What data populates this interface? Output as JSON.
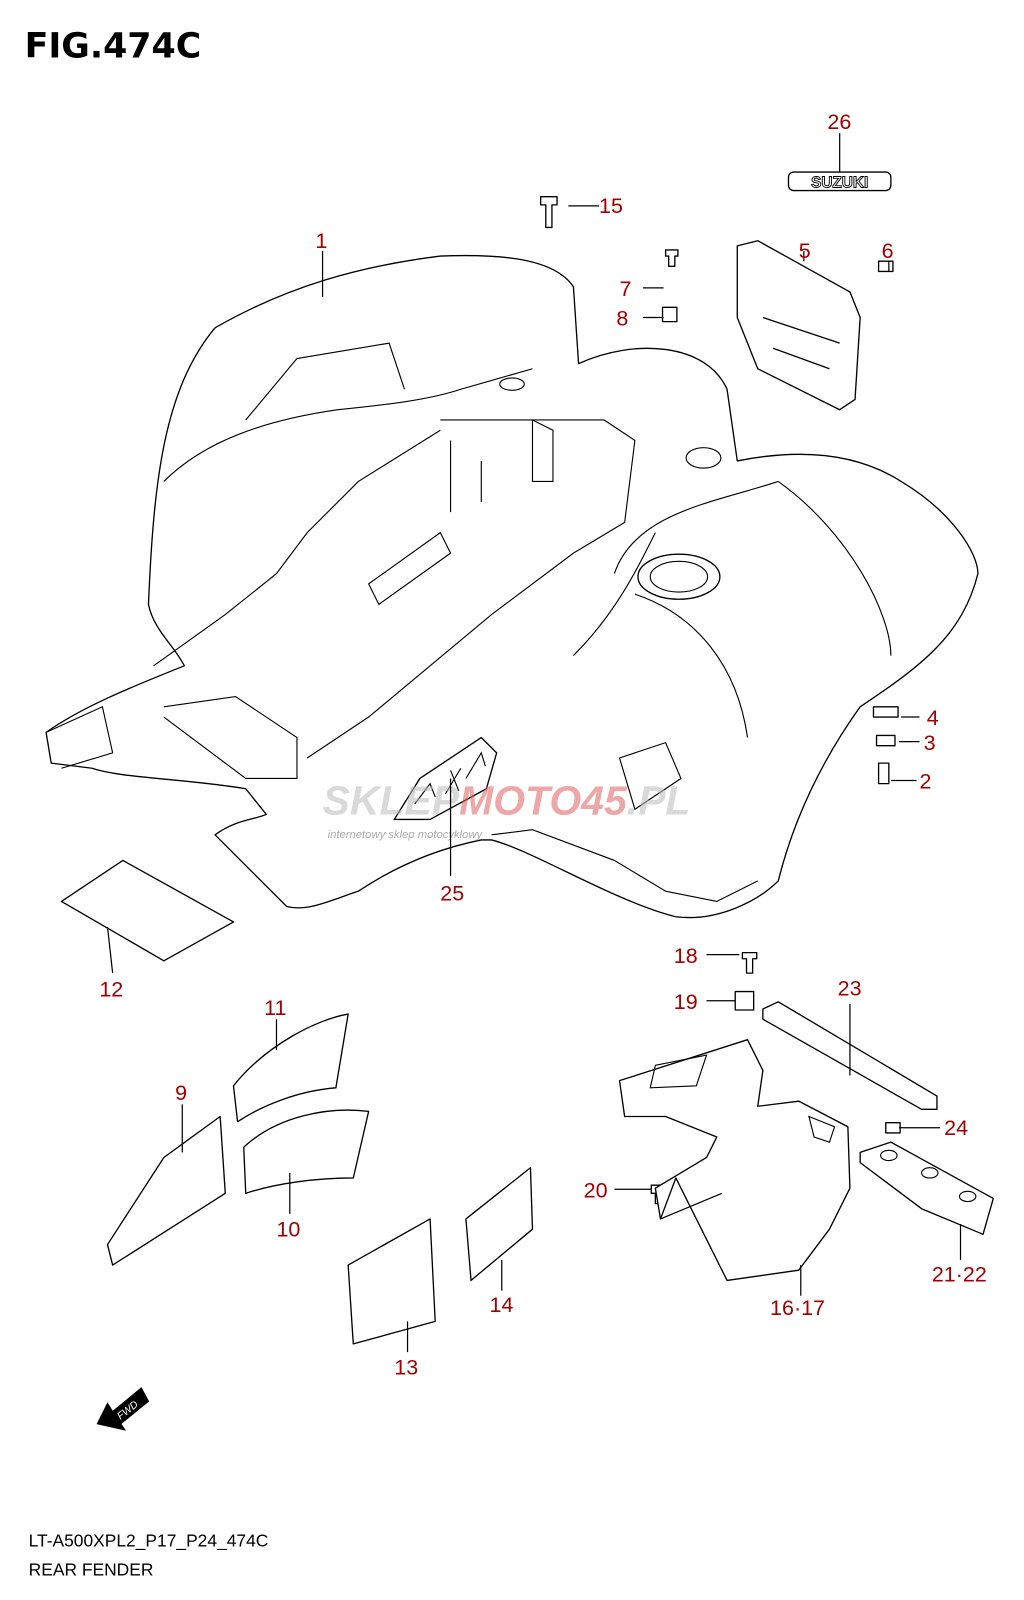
{
  "figure": {
    "title": "FIG.474C",
    "code": "LT-A500XPL2_P17_P24_474C",
    "name": "REAR FENDER"
  },
  "label_color": "#a00000",
  "watermark": {
    "text_a": "SKLEP",
    "text_b": "MOTO",
    "text_c": "45",
    "text_d": ".PL",
    "subtitle": "internetowy sklep motocyklowy"
  },
  "emblem": "SUZUKI",
  "fwd_arrow": "FWD",
  "callouts": [
    "1",
    "2",
    "3",
    "4",
    "5",
    "6",
    "7",
    "8",
    "9",
    "10",
    "11",
    "12",
    "13",
    "14",
    "15",
    "16·17",
    "18",
    "19",
    "20",
    "21·22",
    "23",
    "24",
    "25",
    "26"
  ]
}
